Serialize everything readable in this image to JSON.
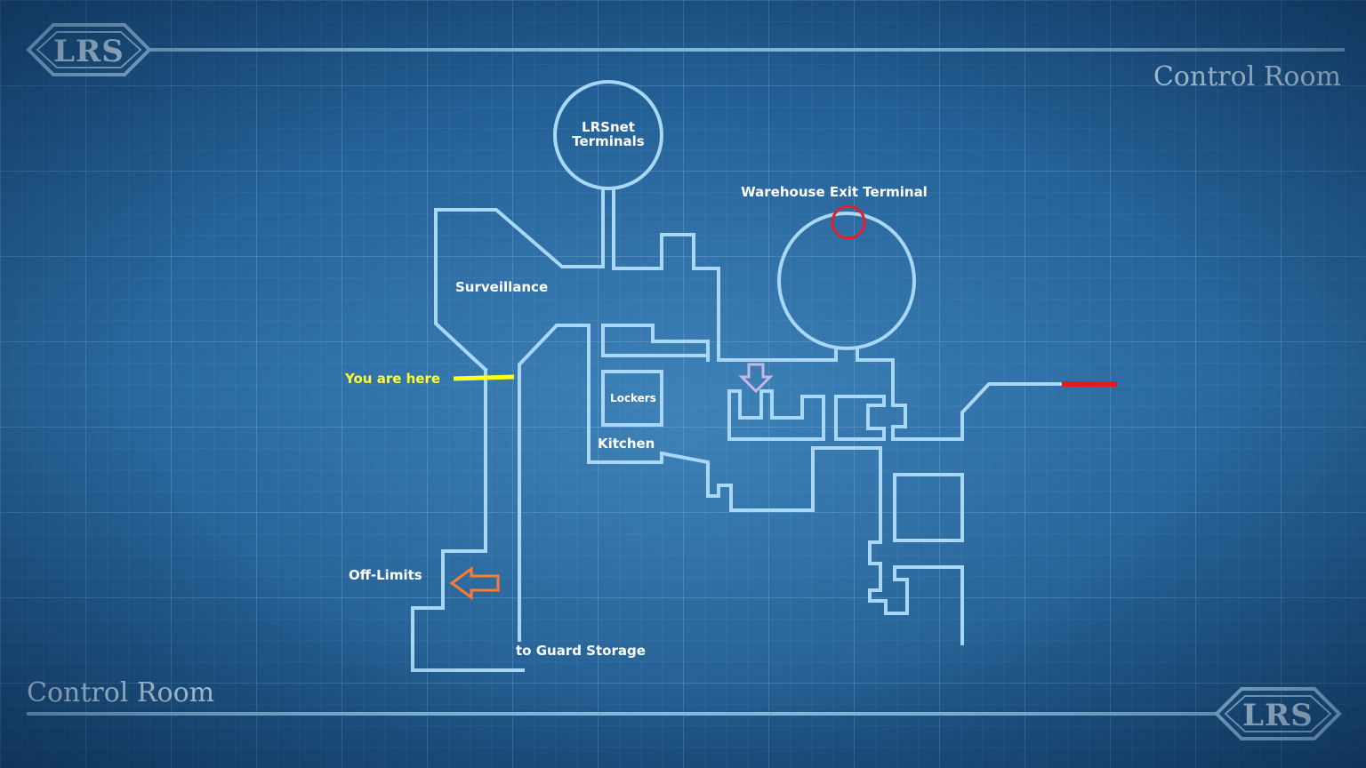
{
  "header": {
    "logo_text": "LRS",
    "title": "Control Room"
  },
  "footer": {
    "logo_text": "LRS",
    "title": "Control Room"
  },
  "map": {
    "labels": {
      "lrsnet_line1": "LRSnet",
      "lrsnet_line2": "Terminals",
      "warehouse_exit": "Warehouse Exit Terminal",
      "surveillance": "Surveillance",
      "you_are_here": "You are here",
      "lockers": "Lockers",
      "kitchen": "Kitchen",
      "off_limits": "Off-Limits",
      "guard_storage": "to Guard Storage"
    },
    "markers": {
      "you_are_here_color": "#ffff1e",
      "off_limits_arrow_color": "#ff7a30",
      "objective_arrow_color": "#c8b6e8",
      "exit_terminal_circle_color": "#e0202a",
      "blocked_door_color": "#e01b24"
    },
    "colors": {
      "wall": "#a9d8f6",
      "background": "#2a6ba0"
    }
  }
}
